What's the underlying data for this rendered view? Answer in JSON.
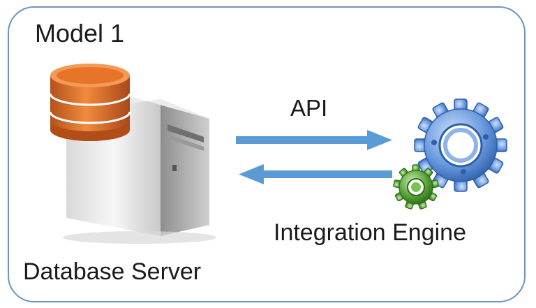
{
  "diagram": {
    "title": "Model 1",
    "connection_label": "API",
    "left_node": {
      "label": "Database Server",
      "icon": "database-server-icon"
    },
    "right_node": {
      "label": "Integration Engine",
      "icon": "gears-icon"
    },
    "colors": {
      "frame": "#6e93bf",
      "arrow": "#5b9bd5",
      "database": "#e8742a",
      "gear_blue": "#5c8ed6",
      "gear_green": "#5aa33a"
    }
  }
}
